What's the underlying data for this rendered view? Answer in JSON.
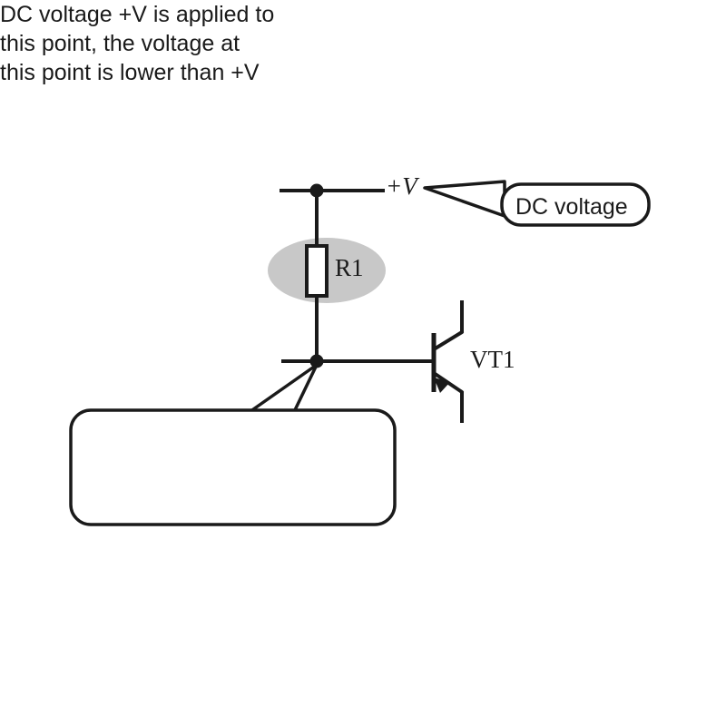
{
  "diagram": {
    "title": "NPN transistor base bias circuit fragment",
    "background_color": "#ffffff",
    "line_color": "#1a1a1a",
    "highlight_color": "#c8c8c8",
    "components": [
      {
        "id": "R1",
        "type": "resistor",
        "label": "R1",
        "highlighted": true
      },
      {
        "id": "VT1",
        "type": "transistor-npn",
        "label": "VT1",
        "highlighted": false
      }
    ],
    "labels": {
      "supply_rail": "+V",
      "resistor": "R1",
      "transistor": "VT1"
    },
    "nodes": [
      {
        "name": "supply-node",
        "label": "+V"
      },
      {
        "name": "base-node",
        "label": ""
      }
    ]
  },
  "callouts": [
    {
      "id": "dc-voltage",
      "text": "DC voltage",
      "points_to": "supply-node",
      "shape": "rounded-rect-with-wedge-tail",
      "tail_direction": "left"
    },
    {
      "id": "base-node-note",
      "lines": [
        "DC voltage +V is applied to",
        "this point, the voltage at",
        "this point is lower than +V"
      ],
      "text": "DC voltage +V is applied to this point, the voltage at this point is lower than +V",
      "points_to": "base-node",
      "shape": "rounded-rect-with-wedge-tail",
      "tail_direction": "up-right"
    }
  ]
}
